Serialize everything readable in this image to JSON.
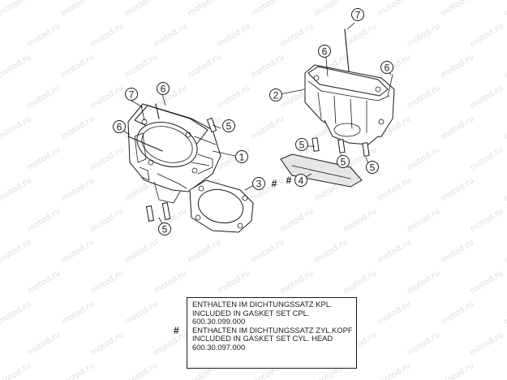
{
  "watermark": {
    "text": "motod.ru"
  },
  "callouts": [
    {
      "id": "c1",
      "label": "1"
    },
    {
      "id": "c2",
      "label": "2"
    },
    {
      "id": "c3",
      "label": "3"
    },
    {
      "id": "c4",
      "label": "4"
    },
    {
      "id": "c5a",
      "label": "5"
    },
    {
      "id": "c5b",
      "label": "5"
    },
    {
      "id": "c5c",
      "label": "5"
    },
    {
      "id": "c5d",
      "label": "5"
    },
    {
      "id": "c5e",
      "label": "5"
    },
    {
      "id": "c6a",
      "label": "6"
    },
    {
      "id": "c6b",
      "label": "6"
    },
    {
      "id": "c6c",
      "label": "6"
    },
    {
      "id": "c6d",
      "label": "6"
    },
    {
      "id": "c7a",
      "label": "7"
    },
    {
      "id": "c7b",
      "label": "7"
    }
  ],
  "hash_marks": {
    "symbol": "#"
  },
  "legend": {
    "marker": "#",
    "lines": [
      "ENTHALTEN IM DICHTUNGSSATZ KPL.",
      "INCLUDED IN GASKET SET CPL.",
      "600.30.099.000",
      "ENTHALTEN IM DICHTUNGSSATZ ZYL.KOPF",
      "INCLUDED IN GASKET SET CYL. HEAD",
      "600.30.097.000"
    ]
  }
}
